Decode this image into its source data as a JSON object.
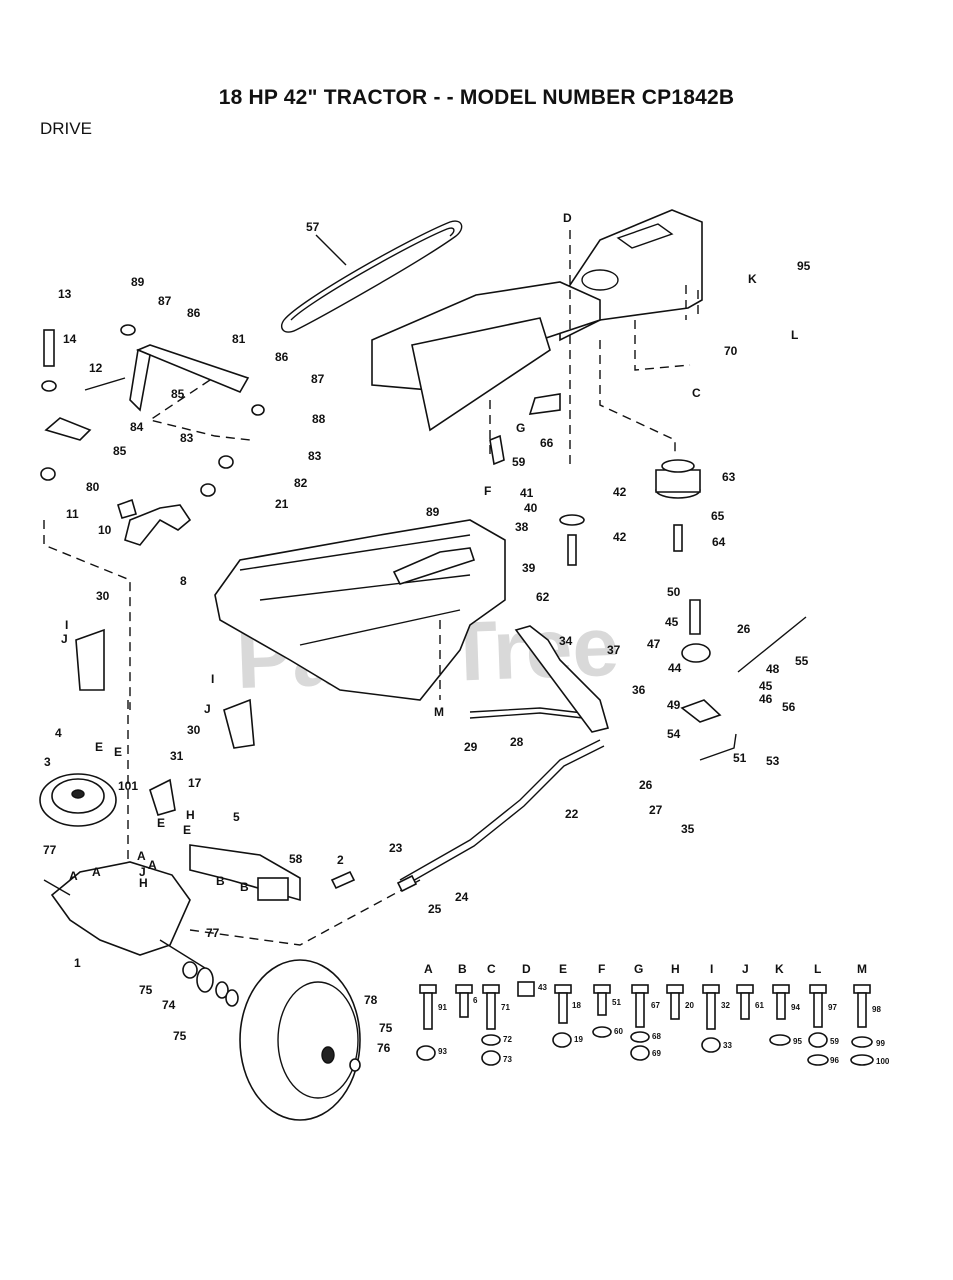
{
  "title": "18 HP 42\" TRACTOR - - MODEL NUMBER CP1842B",
  "section": "DRIVE",
  "watermark": "PartsTree",
  "callouts": [
    "57",
    "D",
    "95",
    "K",
    "L",
    "70",
    "C",
    "13",
    "89",
    "87",
    "86",
    "81",
    "14",
    "12",
    "85",
    "84",
    "80",
    "11",
    "86",
    "87",
    "88",
    "85",
    "83",
    "83",
    "82",
    "21",
    "10",
    "8",
    "G",
    "66",
    "59",
    "F",
    "41",
    "42",
    "40",
    "38",
    "42",
    "39",
    "63",
    "65",
    "64",
    "89",
    "30",
    "I",
    "J",
    "62",
    "34",
    "37",
    "50",
    "45",
    "26",
    "47",
    "44",
    "48",
    "55",
    "45",
    "46",
    "56",
    "49",
    "54",
    "53",
    "51",
    "36",
    "29",
    "28",
    "M",
    "30",
    "I",
    "J",
    "4",
    "3",
    "E",
    "E",
    "31",
    "17",
    "H",
    "101",
    "22",
    "26",
    "27",
    "35",
    "E",
    "E",
    "5",
    "A",
    "A",
    "J",
    "H",
    "77",
    "A",
    "A",
    "23",
    "24",
    "25",
    "2",
    "58",
    "B",
    "B",
    "1",
    "77",
    "75",
    "74",
    "75",
    "78",
    "75",
    "76"
  ],
  "hardware_letters": [
    "A",
    "B",
    "C",
    "D",
    "E",
    "F",
    "G",
    "H",
    "I",
    "J",
    "K",
    "L",
    "M"
  ],
  "hardware_numbers": [
    "91",
    "6",
    "71",
    "43",
    "18",
    "51",
    "67",
    "20",
    "32",
    "61",
    "94",
    "97",
    "98",
    "93",
    "72",
    "73",
    "19",
    "60",
    "68",
    "69",
    "33",
    "95",
    "59",
    "99",
    "96",
    "100"
  ]
}
